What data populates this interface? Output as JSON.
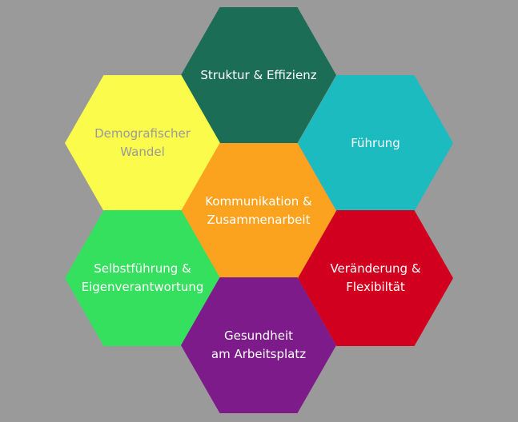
{
  "background_color": "#9a9a9a",
  "hexagons": [
    {
      "id": "struktur",
      "color": "#1b6e55",
      "text_color": "#ffffff",
      "lines": [
        "Struktur & Effizienz"
      ]
    },
    {
      "id": "demografie",
      "color": "#fbfb4c",
      "text_color": "#9a9a9a",
      "lines": [
        "Demografischer",
        "Wandel"
      ]
    },
    {
      "id": "fuehrung",
      "color": "#1bbbbf",
      "text_color": "#ffffff",
      "lines": [
        "Führung"
      ]
    },
    {
      "id": "kommunikation",
      "color": "#fba31f",
      "text_color": "#ffffff",
      "lines": [
        "Kommunikation &",
        "Zusammenarbeit"
      ]
    },
    {
      "id": "selbstfuehrung",
      "color": "#36e05f",
      "text_color": "#ffffff",
      "lines": [
        "Selbstführung &",
        "Eigenverantwortung"
      ]
    },
    {
      "id": "veraenderung",
      "color": "#d2001e",
      "text_color": "#ffffff",
      "lines": [
        "Veränderung &",
        "Flexibiltät"
      ]
    },
    {
      "id": "gesundheit",
      "color": "#7d1b8a",
      "text_color": "#ffffff",
      "lines": [
        "Gesundheit",
        "am Arbeitsplatz"
      ]
    }
  ]
}
